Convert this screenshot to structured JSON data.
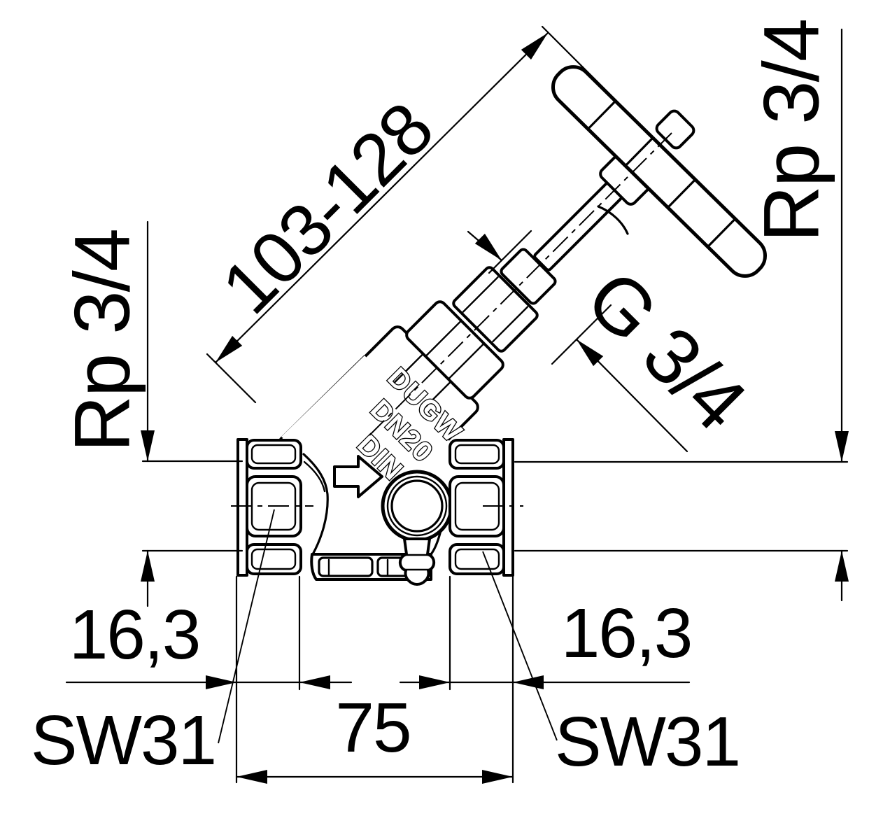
{
  "drawing": {
    "dims": {
      "height_range": "103-128",
      "inlet_thread": "Rp 3/4",
      "outlet_thread": "Rp 3/4",
      "bonnet_thread": "G 3/4",
      "thread_depth_left": "16,3",
      "thread_depth_right": "16,3",
      "body_length": "75",
      "wrench_left": "SW31",
      "wrench_right": "SW31"
    },
    "markings": {
      "line1": "DUGW",
      "line2": "DN20",
      "line3": "DIN"
    },
    "colors": {
      "line": "#000000",
      "background": "#ffffff"
    }
  }
}
